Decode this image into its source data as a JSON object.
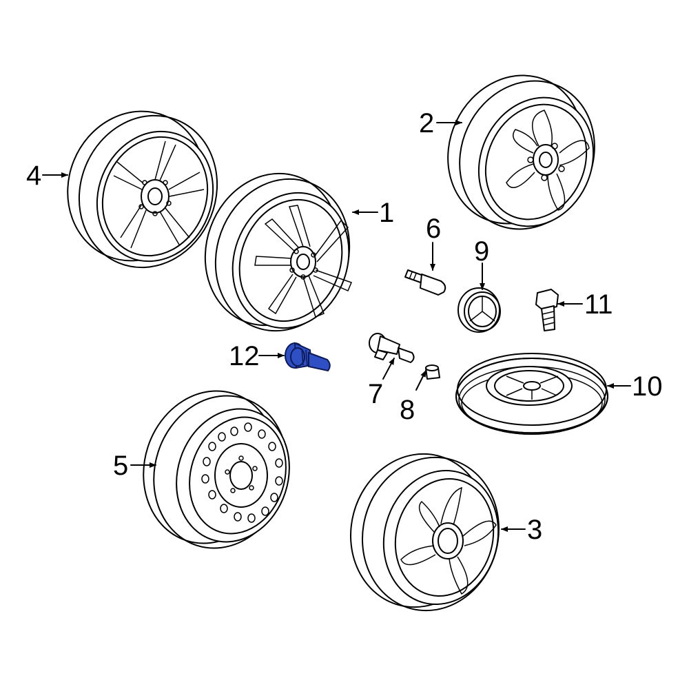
{
  "diagram": {
    "highlight_color": "#2f4fc4",
    "line_color": "#000000",
    "parts": [
      {
        "id": "1",
        "label": "1",
        "component": "wheel-alloy-7-spoke"
      },
      {
        "id": "2",
        "label": "2",
        "component": "wheel-alloy-5-spoke"
      },
      {
        "id": "3",
        "label": "3",
        "component": "wheel-alloy-5-spoke-cast"
      },
      {
        "id": "4",
        "label": "4",
        "component": "wheel-alloy-double-spoke"
      },
      {
        "id": "5",
        "label": "5",
        "component": "wheel-steel"
      },
      {
        "id": "6",
        "label": "6",
        "component": "valve-stem"
      },
      {
        "id": "7",
        "label": "7",
        "component": "tpms-valve-stem"
      },
      {
        "id": "8",
        "label": "8",
        "component": "valve-cap"
      },
      {
        "id": "9",
        "label": "9",
        "component": "center-cap"
      },
      {
        "id": "10",
        "label": "10",
        "component": "spare-tire"
      },
      {
        "id": "11",
        "label": "11",
        "component": "wheel-bolt"
      },
      {
        "id": "12",
        "label": "12",
        "component": "tpms-valve-highlighted"
      }
    ]
  }
}
